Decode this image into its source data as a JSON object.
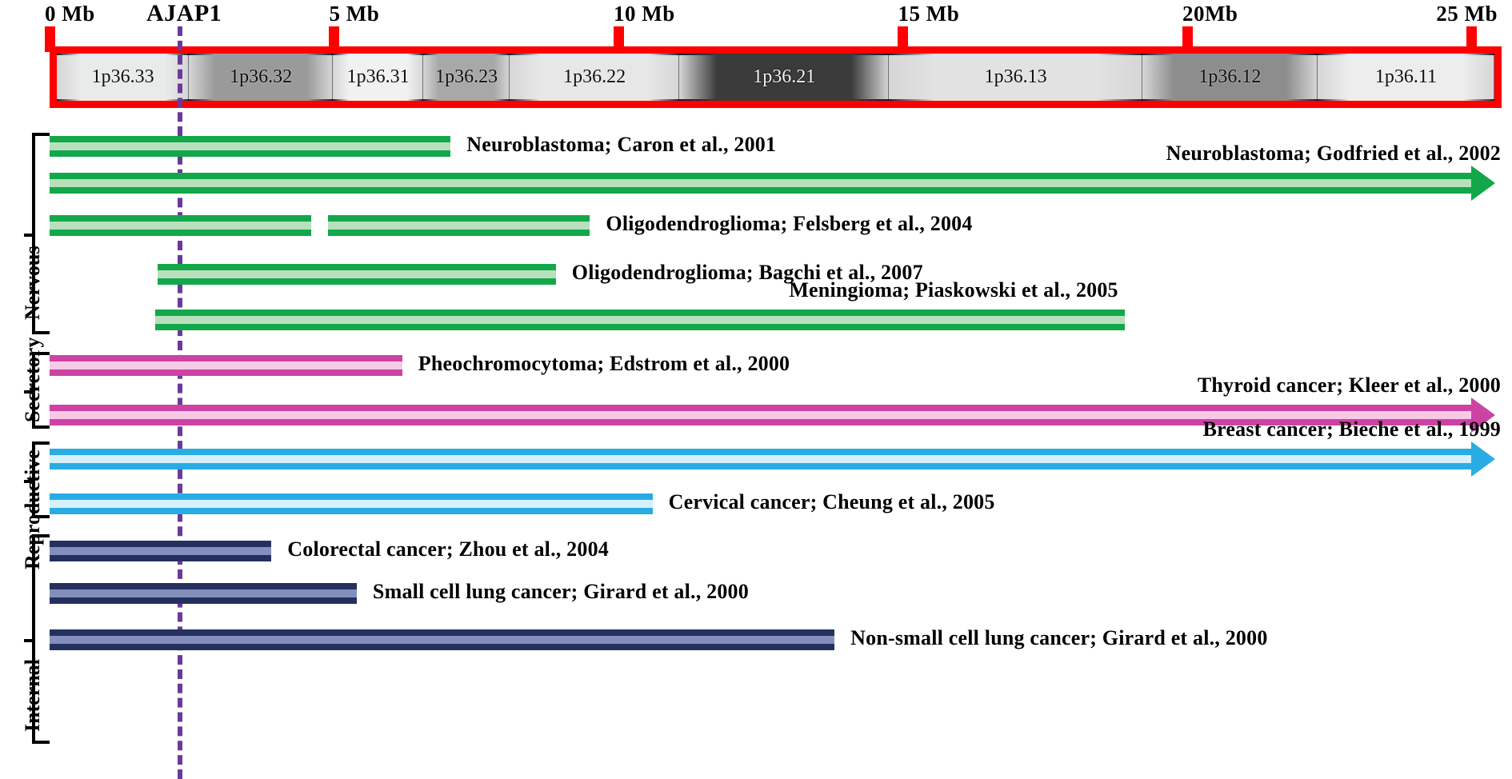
{
  "figure": {
    "gene_marker": {
      "name": "AJAP1",
      "position_mb": 4.3
    },
    "axis": {
      "unit": "Mb",
      "range_mb": [
        0,
        25.5
      ],
      "ticks": [
        {
          "label": "0 Mb",
          "mb": 0
        },
        {
          "label": "5 Mb",
          "mb": 5
        },
        {
          "label": "10 Mb",
          "mb": 10
        },
        {
          "label": "15 Mb",
          "mb": 15
        },
        {
          "label": "20Mb",
          "mb": 20
        },
        {
          "label": "25 Mb",
          "mb": 25
        }
      ],
      "tick_color": "#ff0000"
    },
    "ideogram": {
      "frame_color": "#fe0000",
      "bands": [
        {
          "name": "1p36.33",
          "width_pct": 9.2,
          "shade": "#e9eaea"
        },
        {
          "name": "1p36.32",
          "width_pct": 10.0,
          "shade": "#9a9a9a"
        },
        {
          "name": "1p36.31",
          "width_pct": 6.3,
          "shade": "#f1f1f1"
        },
        {
          "name": "1p36.23",
          "width_pct": 6.0,
          "shade": "#a8a8a8"
        },
        {
          "name": "1p36.22",
          "width_pct": 11.8,
          "shade": "#e7e7e7"
        },
        {
          "name": "1p36.21",
          "width_pct": 14.6,
          "shade": "#3b3b3b"
        },
        {
          "name": "1p36.13",
          "width_pct": 17.6,
          "shade": "#e2e2e2"
        },
        {
          "name": "1p36.12",
          "width_pct": 12.2,
          "shade": "#8d8d8d"
        },
        {
          "name": "1p36.11",
          "width_pct": 12.3,
          "shade": "#ededed"
        }
      ]
    },
    "categories": [
      {
        "label": "Nervous"
      },
      {
        "label": "Secretory"
      },
      {
        "label": "Reproductive"
      },
      {
        "label": "Internal"
      }
    ],
    "colors": {
      "nervous": "#12a84a",
      "nervous_light": "#b8e0bd",
      "secretory": "#cc43a4",
      "secretory_light": "#f6c9e6",
      "reproductive": "#29ace3",
      "reproductive_light": "#d6f0fb",
      "internal": "#24305f",
      "internal_light": "#8490bb",
      "marker": "#6a3a9a"
    },
    "loci": [
      {
        "label": "Neuroblastoma; Caron et al., 2001",
        "category": "Nervous",
        "segments": [
          [
            0.0,
            7.05
          ]
        ],
        "arrow": false
      },
      {
        "label": "Neuroblastoma; Godfried et al., 2002",
        "category": "Nervous",
        "segments": [
          [
            0.0,
            25.0
          ]
        ],
        "arrow": true
      },
      {
        "label": "Oligodendroglioma; Felsberg et al., 2004",
        "category": "Nervous",
        "segments": [
          [
            0.0,
            4.6
          ],
          [
            4.9,
            9.5
          ]
        ],
        "arrow": false
      },
      {
        "label": "Oligodendroglioma; Bagchi et al., 2007",
        "category": "Nervous",
        "segments": [
          [
            1.9,
            8.9
          ]
        ],
        "arrow": false
      },
      {
        "label": "Meningioma; Piaskowski et al., 2005",
        "category": "Nervous",
        "segments": [
          [
            1.85,
            18.9
          ]
        ],
        "arrow": false
      },
      {
        "label": "Pheochromocytoma; Edstrom et al., 2000",
        "category": "Secretory",
        "segments": [
          [
            0.0,
            6.2
          ]
        ],
        "arrow": false
      },
      {
        "label": "Thyroid cancer; Kleer et al., 2000",
        "category": "Secretory",
        "segments": [
          [
            0.0,
            25.0
          ]
        ],
        "arrow": true
      },
      {
        "label": "Breast cancer; Bieche et al., 1999",
        "category": "Reproductive",
        "segments": [
          [
            0.0,
            25.0
          ]
        ],
        "arrow": true
      },
      {
        "label": "Cervical cancer; Cheung et al., 2005",
        "category": "Reproductive",
        "segments": [
          [
            0.0,
            10.6
          ]
        ],
        "arrow": false
      },
      {
        "label": "Colorectal cancer; Zhou et al., 2004",
        "category": "Internal",
        "segments": [
          [
            0.0,
            3.9
          ]
        ],
        "arrow": false
      },
      {
        "label": "Small cell lung cancer; Girard et al., 2000",
        "category": "Internal",
        "segments": [
          [
            0.0,
            5.4
          ]
        ],
        "arrow": false
      },
      {
        "label": "Non-small cell lung cancer; Girard et al., 2000",
        "category": "Internal",
        "segments": [
          [
            0.0,
            13.8
          ]
        ],
        "arrow": false
      }
    ]
  }
}
